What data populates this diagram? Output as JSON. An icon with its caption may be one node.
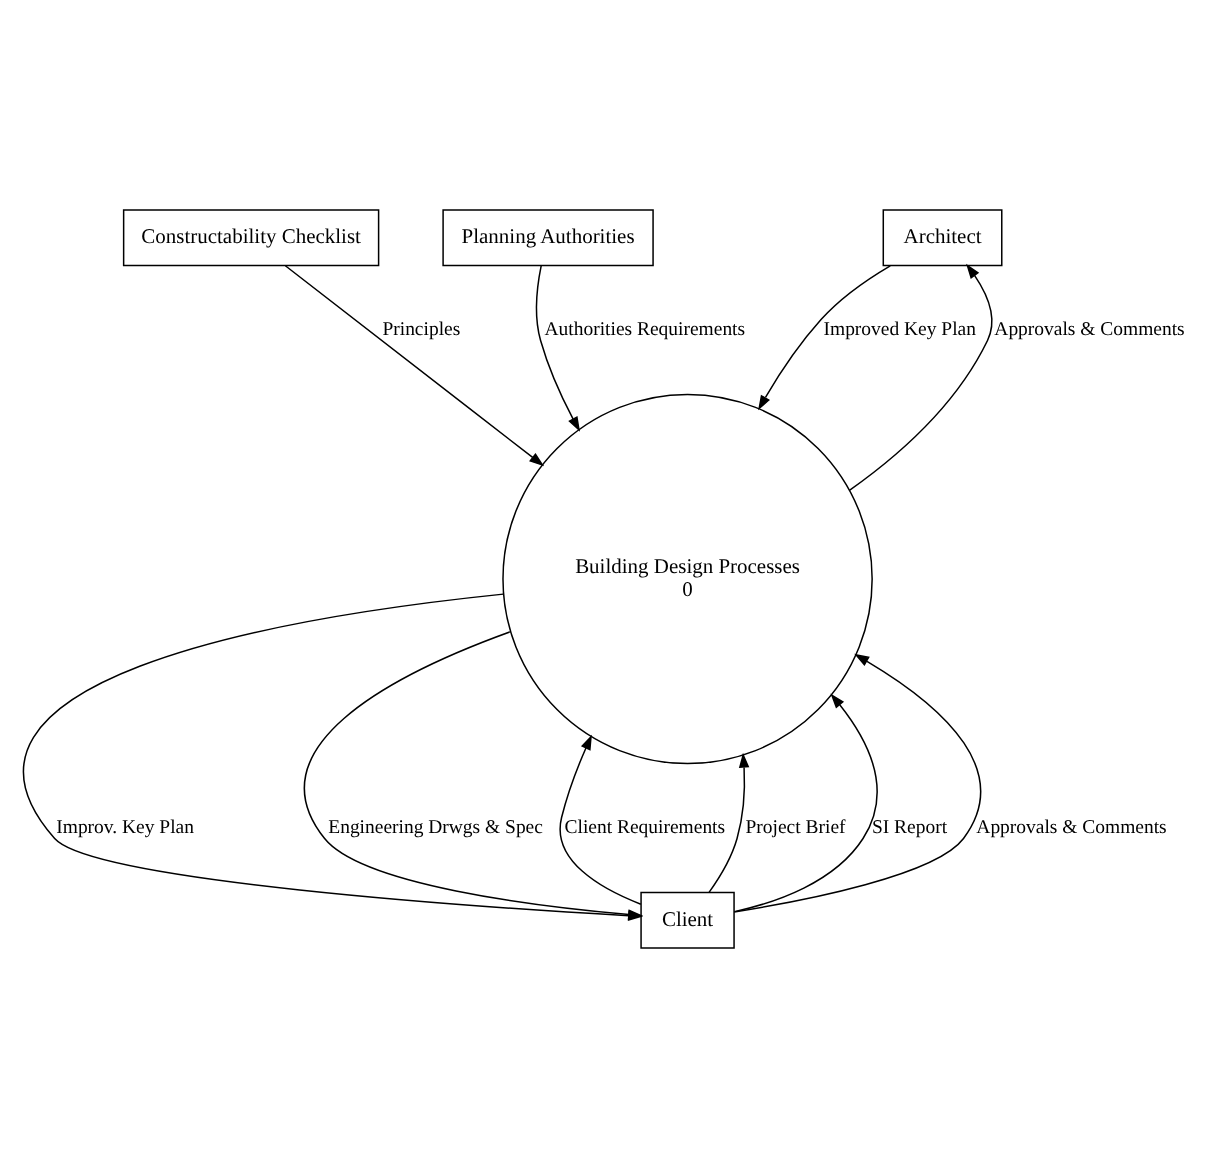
{
  "diagram": {
    "nodes": [
      {
        "text": [
          "Constructability Checklist"
        ]
      },
      {
        "text": [
          "Planning Authorities"
        ]
      },
      {
        "text": [
          "Architect"
        ]
      },
      {
        "text": [
          "Building Design Processes",
          "0"
        ]
      },
      {
        "text": [
          "Client"
        ]
      }
    ],
    "edges": [
      {
        "from": 0,
        "to": 3,
        "arrow": "to",
        "label": "Principles"
      },
      {
        "from": 1,
        "to": 3,
        "arrow": "to",
        "label": "Authorities Requirements"
      },
      {
        "from": 2,
        "to": 3,
        "arrow": "to",
        "label": "Improved Key Plan"
      },
      {
        "from": 3,
        "to": 2,
        "arrow": "to",
        "label": "Approvals & Comments"
      },
      {
        "from": 4,
        "to": 3,
        "arrow": "to",
        "label": "Client Requirements"
      },
      {
        "from": 4,
        "to": 3,
        "arrow": "to",
        "label": "Project Brief"
      },
      {
        "from": 4,
        "to": 3,
        "arrow": "to",
        "label": "SI Report"
      },
      {
        "from": 3,
        "to": 4,
        "arrow": "to",
        "label": "Improv. Key Plan"
      },
      {
        "from": 3,
        "to": 4,
        "arrow": "to",
        "label": "Engineering Drwgs & Spec"
      },
      {
        "from": 4,
        "to": 3,
        "arrow": "to",
        "label": "Approvals & Comments"
      }
    ]
  }
}
